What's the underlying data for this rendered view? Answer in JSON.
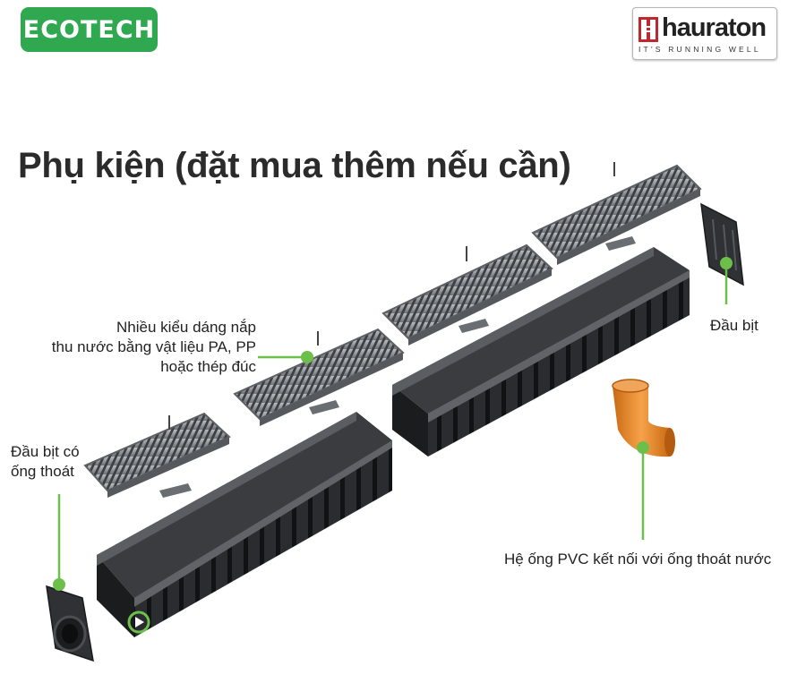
{
  "brand": {
    "ecotech_label": "ECOTECH",
    "ecotech_color": "#2fa84f",
    "hauraton_name": "hauraton",
    "hauraton_tagline": "IT'S RUNNING WELL",
    "hauraton_mark_color": "#c0282e"
  },
  "title": "Phụ kiện (đặt mua thêm nếu cần)",
  "labels": {
    "grates": [
      "Nhiều kiểu dáng nắp",
      "thu nước bằng vật liệu PA, PP",
      "hoặc thép đúc"
    ],
    "end_cap": "Đầu bịt",
    "end_cap_outlet": [
      "Đầu bịt có",
      "ống thoát"
    ],
    "pvc": "Hệ ống PVC kết nối với ống thoát nước"
  },
  "colors": {
    "callout": "#6cc04a",
    "channel": "#2a2c2f",
    "grate": "#8e9296",
    "pipe": "#e8892a"
  }
}
